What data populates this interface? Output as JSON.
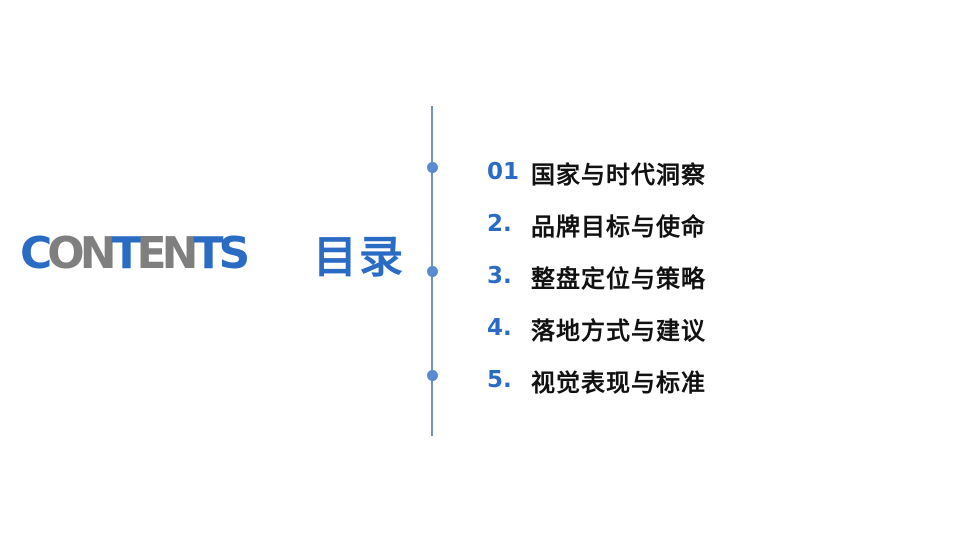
{
  "slide": {
    "contents_letters": [
      {
        "char": "C",
        "color": "#2a6bc4"
      },
      {
        "char": "O",
        "color": "#7f7f7f"
      },
      {
        "char": "N",
        "color": "#7f7f7f"
      },
      {
        "char": "T",
        "color": "#2a6bc4"
      },
      {
        "char": "E",
        "color": "#7f7f7f"
      },
      {
        "char": "N",
        "color": "#7f7f7f"
      },
      {
        "char": "T",
        "color": "#2a6bc4"
      },
      {
        "char": "S",
        "color": "#2a6bc4"
      }
    ],
    "heading": "目录",
    "items": [
      {
        "num": "01",
        "title": "国家与时代洞察"
      },
      {
        "num": "2.",
        "title": "品牌目标与使命"
      },
      {
        "num": "3.",
        "title": "整盘定位与策略"
      },
      {
        "num": "4.",
        "title": "落地方式与建议"
      },
      {
        "num": "5.",
        "title": "视觉表现与标准"
      }
    ],
    "colors": {
      "accent_blue": "#2a6bc4",
      "gray": "#7f7f7f",
      "timeline": "#6f93c7",
      "dot": "#5b8ad1"
    }
  }
}
